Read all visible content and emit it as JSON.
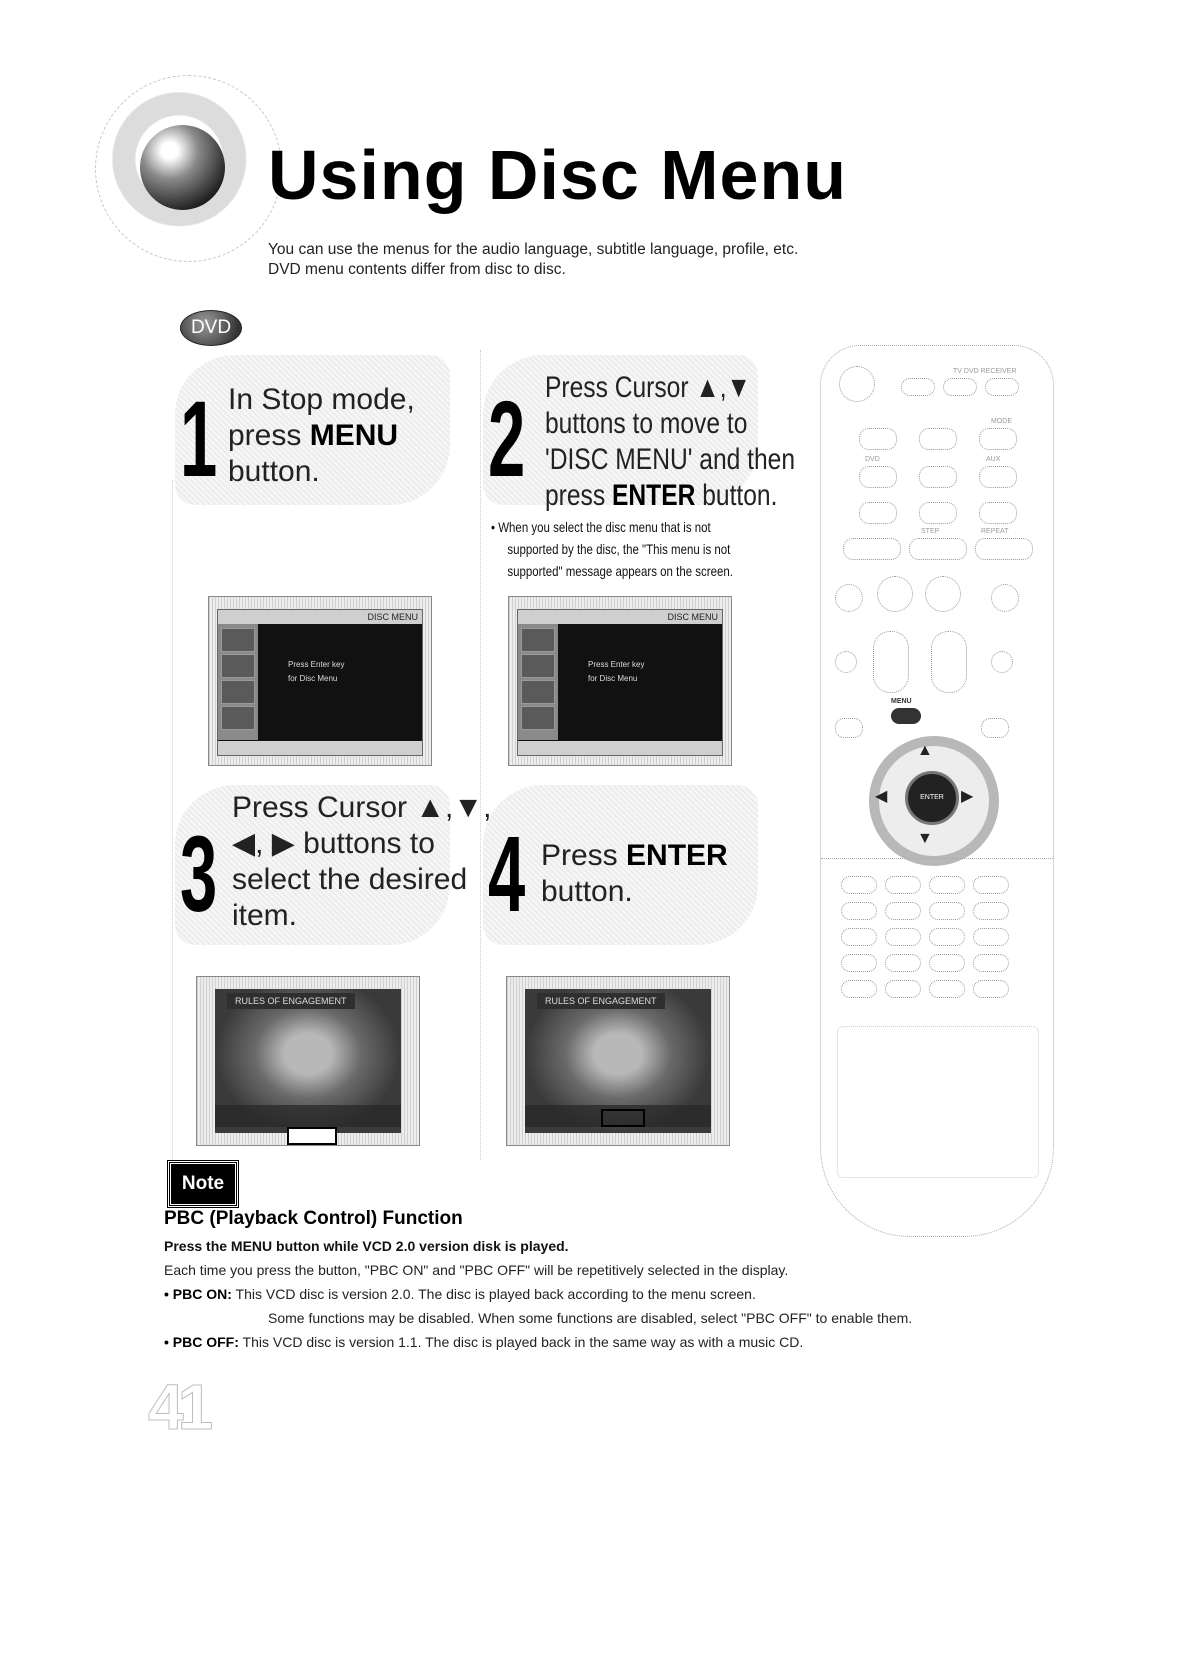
{
  "header": {
    "title": "Using Disc Menu",
    "intro_line1": "You can use the menus for the audio language, subtitle language, profile, etc.",
    "intro_line2": "DVD menu contents differ from disc to disc."
  },
  "badge": "DVD",
  "steps": [
    {
      "number": "1",
      "line1": "In Stop mode,",
      "line2_pre": "press ",
      "line2_bold": "MENU",
      "line3": "button."
    },
    {
      "number": "2",
      "line1": "Press Cursor ▲,▼",
      "line2": "buttons to move to",
      "line3": "'DISC MENU' and then",
      "line4_pre": "press ",
      "line4_bold": "ENTER",
      "line4_post": " button."
    },
    {
      "number": "3",
      "line1": "Press Cursor ▲,▼,",
      "line2": "◀, ▶ buttons to",
      "line3": "select the desired",
      "line4": "item."
    },
    {
      "number": "4",
      "line1_pre": "Press ",
      "line1_bold": "ENTER",
      "line2": "button."
    }
  ],
  "tip": {
    "bullet": "•",
    "line1": "When you select the disc menu that is not",
    "line2": "supported by the disc, the \"This menu is not",
    "line3": "supported\" message appears on the screen."
  },
  "menu_screen": {
    "bar_label": "DISC MENU",
    "msg_line1": "Press Enter key",
    "msg_line2": "for Disc Menu"
  },
  "photo_screen": {
    "bar_label": "RULES OF ENGAGEMENT"
  },
  "remote": {
    "label_tv_dvd": "TV   DVD RECEIVER",
    "label_mode": "MODE",
    "label_dvd": "DVD",
    "label_aux": "AUX",
    "label_step": "STEP",
    "label_repeat": "REPEAT",
    "label_menu": "MENU",
    "label_enter": "ENTER"
  },
  "note": {
    "badge": "Note",
    "title": "PBC (Playback Control) Function",
    "subtitle": "Press the MENU button while VCD 2.0 version disk is played.",
    "line1": "Each time you press the button, \"PBC ON\" and \"PBC OFF\" will be repetitively selected in the display.",
    "pbc_on_label": "• PBC ON:",
    "pbc_on_text": " This VCD disc is version 2.0. The disc is played back according to the menu screen.",
    "pbc_on_text2": "Some functions may be disabled. When some functions are disabled, select \"PBC OFF\" to enable them.",
    "pbc_off_label": "• PBC OFF:",
    "pbc_off_text": " This VCD disc is version 1.1. The disc is played back in the same way as with a music CD."
  },
  "page_number": "41"
}
